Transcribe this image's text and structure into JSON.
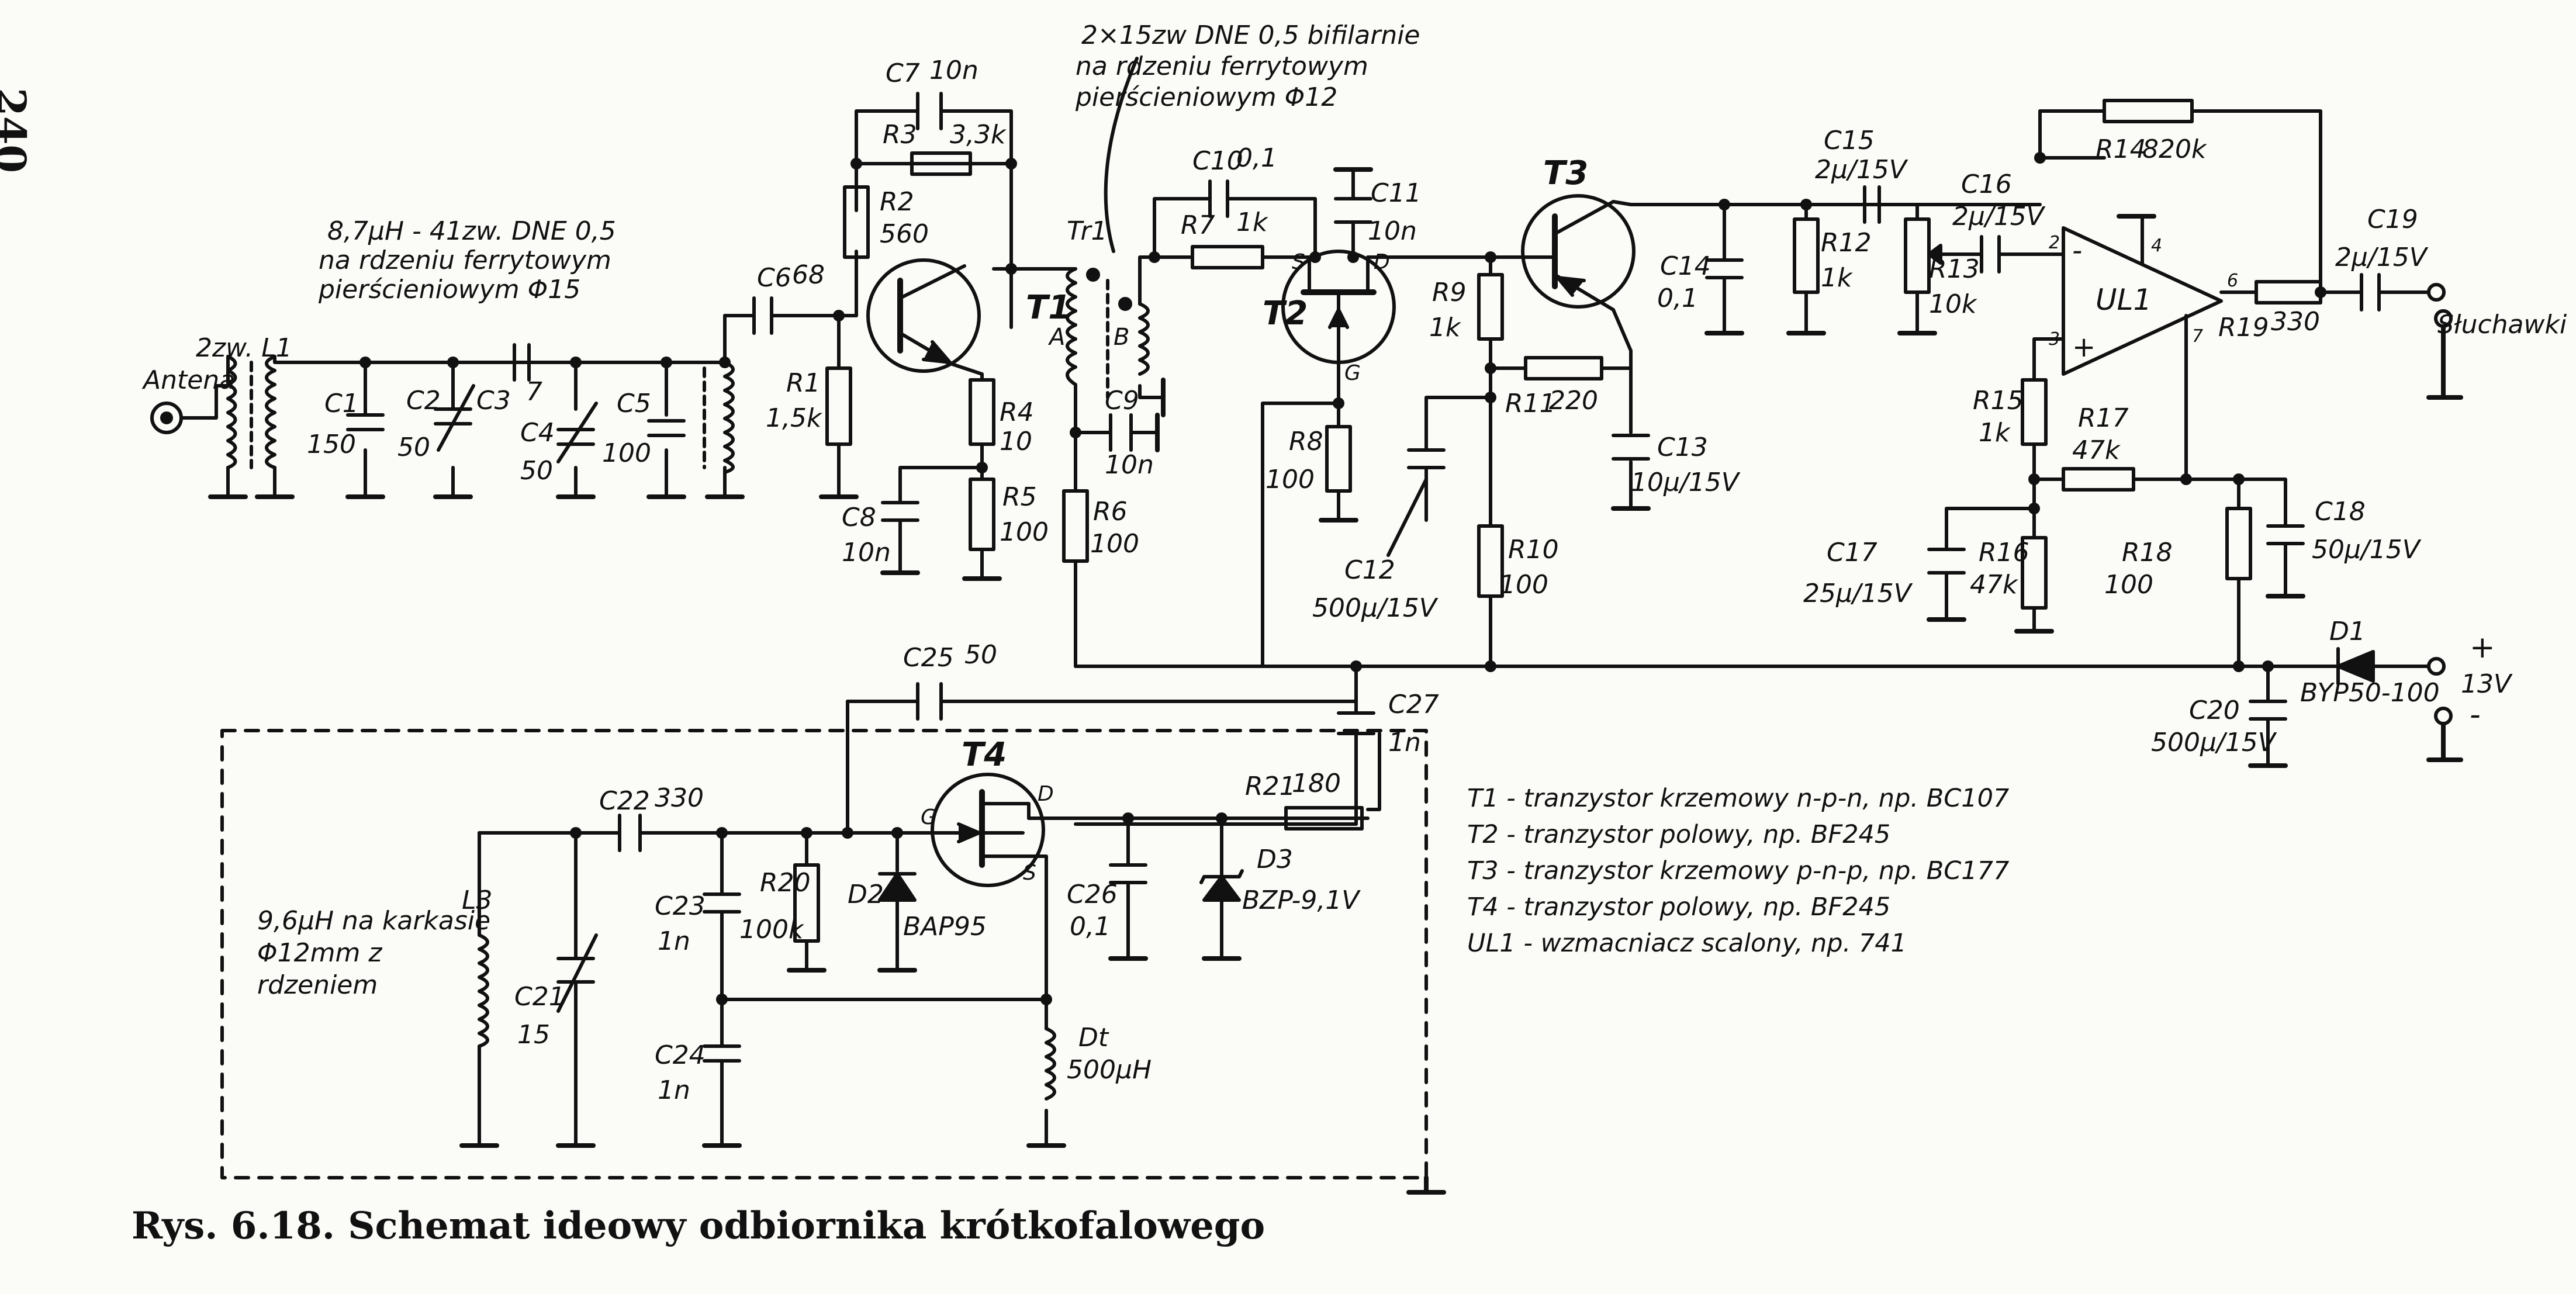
{
  "page_number": "240",
  "caption": "Rys. 6.18. Schemat ideowy odbiornika krótkofalowego",
  "legend": [
    "T1 - tranzystor krzemowy n-p-n, np. BC107",
    "T2 - tranzystor polowy, np. BF245",
    "T3 - tranzystor krzemowy p-n-p, np. BC177",
    "T4 - tranzystor polowy, np. BF245",
    "UL1 - wzmacniacz scalony, np. 741"
  ],
  "notes": {
    "input_coil_line1": "8,7μH - 41zw. DNE 0,5",
    "input_coil_line2": "na rdzeniu ferrytowym",
    "input_coil_line3": "pierścieniowym Φ15",
    "tr1_line1": "2×15zw DNE 0,5 bifilarnie",
    "tr1_line2": "na rdzeniu ferrytowym",
    "tr1_line3": "pierścieniowym Φ12",
    "l3_line1": "9,6μH na karkasie",
    "l3_line2": "Φ12mm z",
    "l3_line3": "rdzeniem"
  },
  "ports": {
    "antenna": "Antena",
    "headphones": "Słuchawki",
    "plus": "+",
    "minus": "-",
    "voltage": "13V",
    "l1_turns": "2zw. L1"
  },
  "components": [
    {
      "ref": "C1",
      "value": "150"
    },
    {
      "ref": "C2",
      "value": "50"
    },
    {
      "ref": "C3",
      "value": "7"
    },
    {
      "ref": "C4",
      "value": "50"
    },
    {
      "ref": "C5",
      "value": "100"
    },
    {
      "ref": "C6",
      "value": "68"
    },
    {
      "ref": "R1",
      "value": "1,5k"
    },
    {
      "ref": "C7",
      "value": "10n"
    },
    {
      "ref": "R3",
      "value": "3,3k"
    },
    {
      "ref": "R2",
      "value": "560"
    },
    {
      "ref": "T1",
      "value": ""
    },
    {
      "ref": "R4",
      "value": "10"
    },
    {
      "ref": "R5",
      "value": "100"
    },
    {
      "ref": "C8",
      "value": "10n"
    },
    {
      "ref": "Tr1",
      "value": ""
    },
    {
      "ref": "C9",
      "value": "10n"
    },
    {
      "ref": "R6",
      "value": "100"
    },
    {
      "ref": "C10",
      "value": "0,1"
    },
    {
      "ref": "R7",
      "value": "1k"
    },
    {
      "ref": "C11",
      "value": "10n"
    },
    {
      "ref": "T2",
      "value": ""
    },
    {
      "ref": "R8",
      "value": "100"
    },
    {
      "ref": "R9",
      "value": "1k"
    },
    {
      "ref": "R11",
      "value": "220"
    },
    {
      "ref": "C12",
      "value": "500μ/15V"
    },
    {
      "ref": "R10",
      "value": "100"
    },
    {
      "ref": "T3",
      "value": ""
    },
    {
      "ref": "C14",
      "value": "0,1"
    },
    {
      "ref": "C13",
      "value": "10μ/15V"
    },
    {
      "ref": "R12",
      "value": "1k"
    },
    {
      "ref": "C15",
      "value": "2μ/15V"
    },
    {
      "ref": "R13",
      "value": "10k"
    },
    {
      "ref": "C16",
      "value": "2μ/15V"
    },
    {
      "ref": "R14",
      "value": "820k"
    },
    {
      "ref": "UL1",
      "value": ""
    },
    {
      "ref": "R19",
      "value": "330"
    },
    {
      "ref": "C19",
      "value": "2μ/15V"
    },
    {
      "ref": "R15",
      "value": "1k"
    },
    {
      "ref": "R17",
      "value": "47k"
    },
    {
      "ref": "C18",
      "value": "50μ/15V"
    },
    {
      "ref": "C17",
      "value": "25μ/15V"
    },
    {
      "ref": "R16",
      "value": "47k"
    },
    {
      "ref": "R18",
      "value": "100"
    },
    {
      "ref": "D1",
      "value": "BYP50-100"
    },
    {
      "ref": "C20",
      "value": "500μ/15V"
    },
    {
      "ref": "C25",
      "value": "50"
    },
    {
      "ref": "C27",
      "value": "1n"
    },
    {
      "ref": "C22",
      "value": "330"
    },
    {
      "ref": "L3",
      "value": ""
    },
    {
      "ref": "C21",
      "value": "15"
    },
    {
      "ref": "C23",
      "value": "1n"
    },
    {
      "ref": "R20",
      "value": "100k"
    },
    {
      "ref": "D2",
      "value": "BAP95"
    },
    {
      "ref": "T4",
      "value": ""
    },
    {
      "ref": "C24",
      "value": "1n"
    },
    {
      "ref": "Dt",
      "value": "500μH"
    },
    {
      "ref": "C26",
      "value": "0,1"
    },
    {
      "ref": "R21",
      "value": "180"
    },
    {
      "ref": "D3",
      "value": "BZP-9,1V"
    }
  ],
  "pins": {
    "t2_s": "S",
    "t2_d": "D",
    "t2_g": "G",
    "t4_g": "G",
    "t4_d": "D",
    "t4_s": "S",
    "tr1_a": "A",
    "tr1_b": "B",
    "ul1_2": "2",
    "ul1_3": "3",
    "ul1_4": "4",
    "ul1_6": "6",
    "ul1_7": "7",
    "ul1_minus": "-",
    "ul1_plus": "+"
  }
}
